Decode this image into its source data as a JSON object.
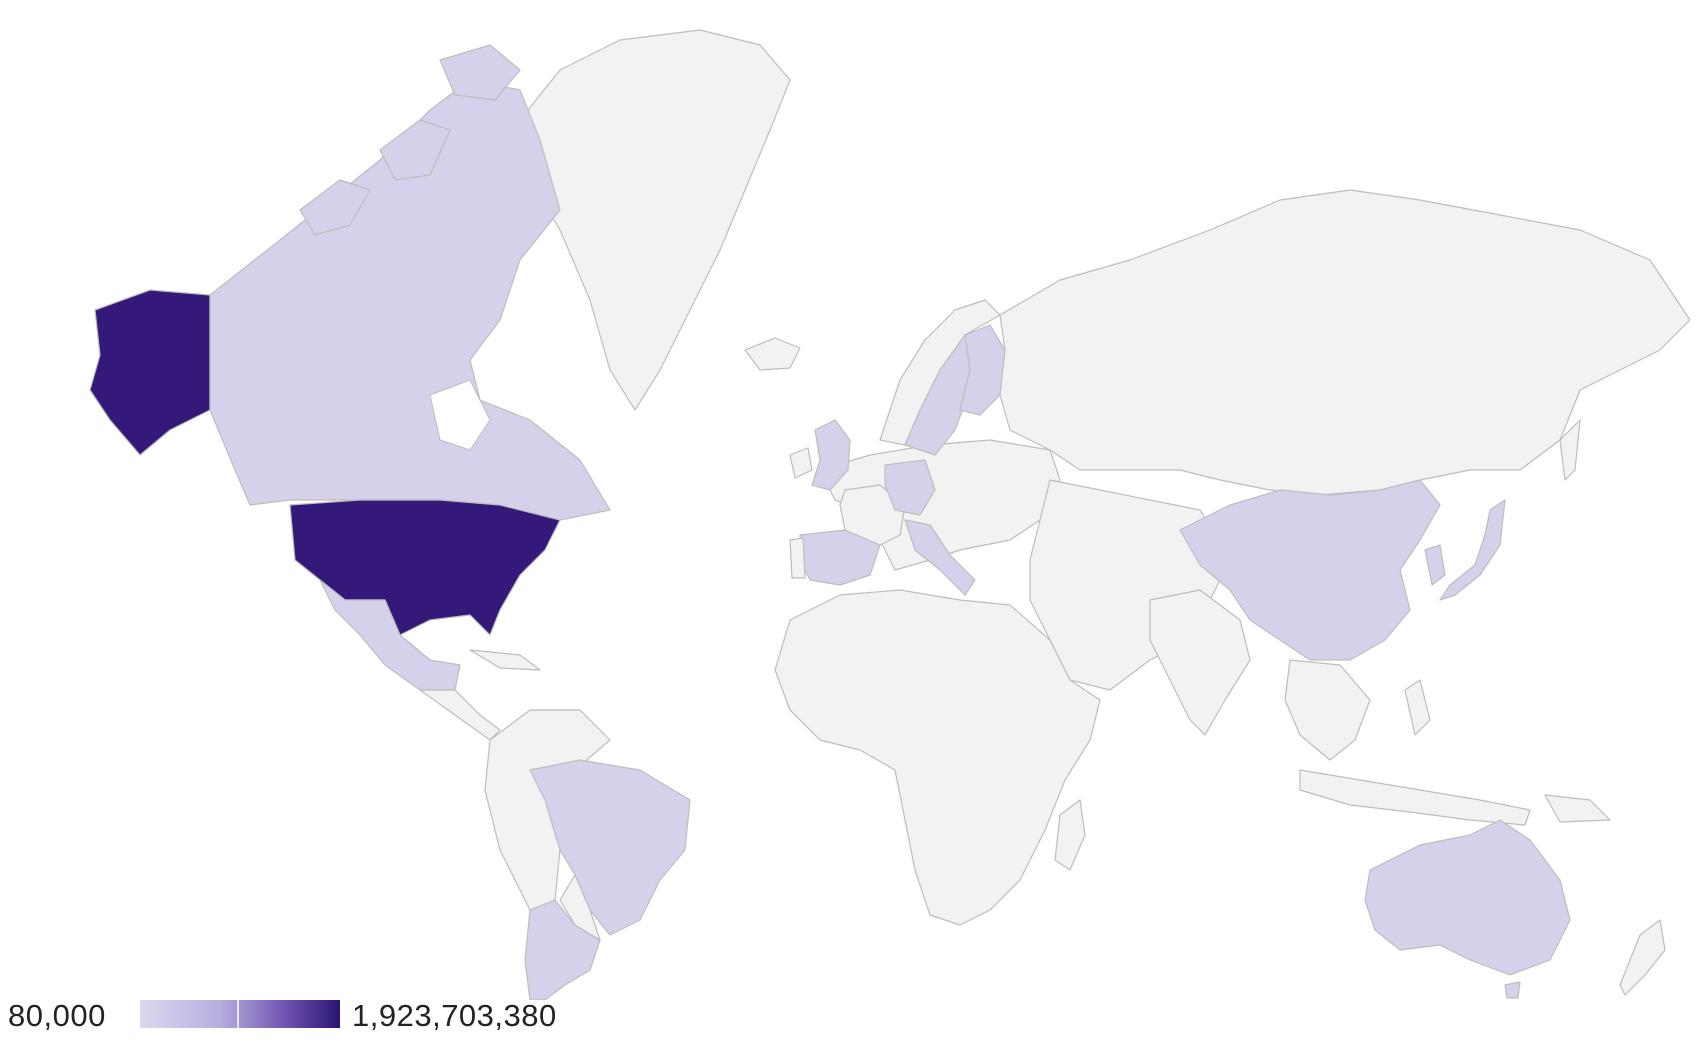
{
  "colors": {
    "no_data": "#f2f2f2",
    "low": "#d6d1ea",
    "high": "#34197a",
    "border": "#bdbdbd"
  },
  "legend": {
    "min_label": "80,000",
    "max_label": "1,923,703,380"
  },
  "regions": [
    {
      "name": "United States",
      "level": "high"
    },
    {
      "name": "Alaska",
      "level": "high"
    },
    {
      "name": "Canada",
      "level": "low"
    },
    {
      "name": "Mexico",
      "level": "low"
    },
    {
      "name": "Brazil",
      "level": "low"
    },
    {
      "name": "Argentina",
      "level": "low"
    },
    {
      "name": "China",
      "level": "low"
    },
    {
      "name": "Japan",
      "level": "low"
    },
    {
      "name": "South Korea",
      "level": "low"
    },
    {
      "name": "Australia",
      "level": "low"
    },
    {
      "name": "United Kingdom",
      "level": "low"
    },
    {
      "name": "Spain",
      "level": "low"
    },
    {
      "name": "Germany",
      "level": "low"
    },
    {
      "name": "Italy",
      "level": "low"
    },
    {
      "name": "Sweden",
      "level": "low"
    },
    {
      "name": "Finland",
      "level": "low"
    },
    {
      "name": "Greenland",
      "level": "none"
    },
    {
      "name": "Russia",
      "level": "none"
    },
    {
      "name": "Africa",
      "level": "none"
    },
    {
      "name": "India",
      "level": "none"
    },
    {
      "name": "South America (other)",
      "level": "none"
    },
    {
      "name": "Europe (other)",
      "level": "none"
    },
    {
      "name": "Middle East",
      "level": "none"
    },
    {
      "name": "Southeast Asia",
      "level": "none"
    }
  ]
}
